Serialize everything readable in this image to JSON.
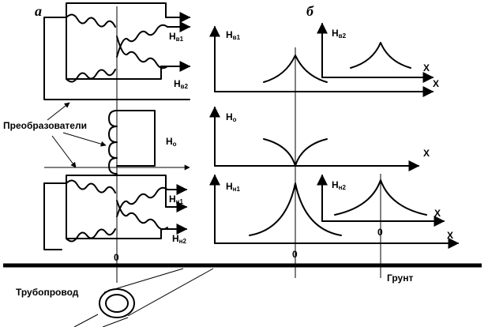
{
  "panels": {
    "a": "а",
    "b": "б"
  },
  "labels": {
    "converters": "Преобразователи",
    "pipeline": "Трубопровод",
    "ground": "Грунт",
    "zero": "0",
    "x": "X"
  },
  "field_labels": {
    "top_a1": "H",
    "top_a1_sub": "в1",
    "top_a2": "H",
    "top_a2_sub": "в2",
    "mid": "H",
    "mid_sub": "о",
    "bot_a1": "H",
    "bot_a1_sub": "н1",
    "bot_a2": "H",
    "bot_a2_sub": "н2",
    "g1": "H",
    "g1_sub": "в1",
    "g2": "H",
    "g2_sub": "в2",
    "g3": "H",
    "g3_sub": "о",
    "g4": "H",
    "g4_sub": "н1",
    "g5": "H",
    "g5_sub": "н2"
  }
}
